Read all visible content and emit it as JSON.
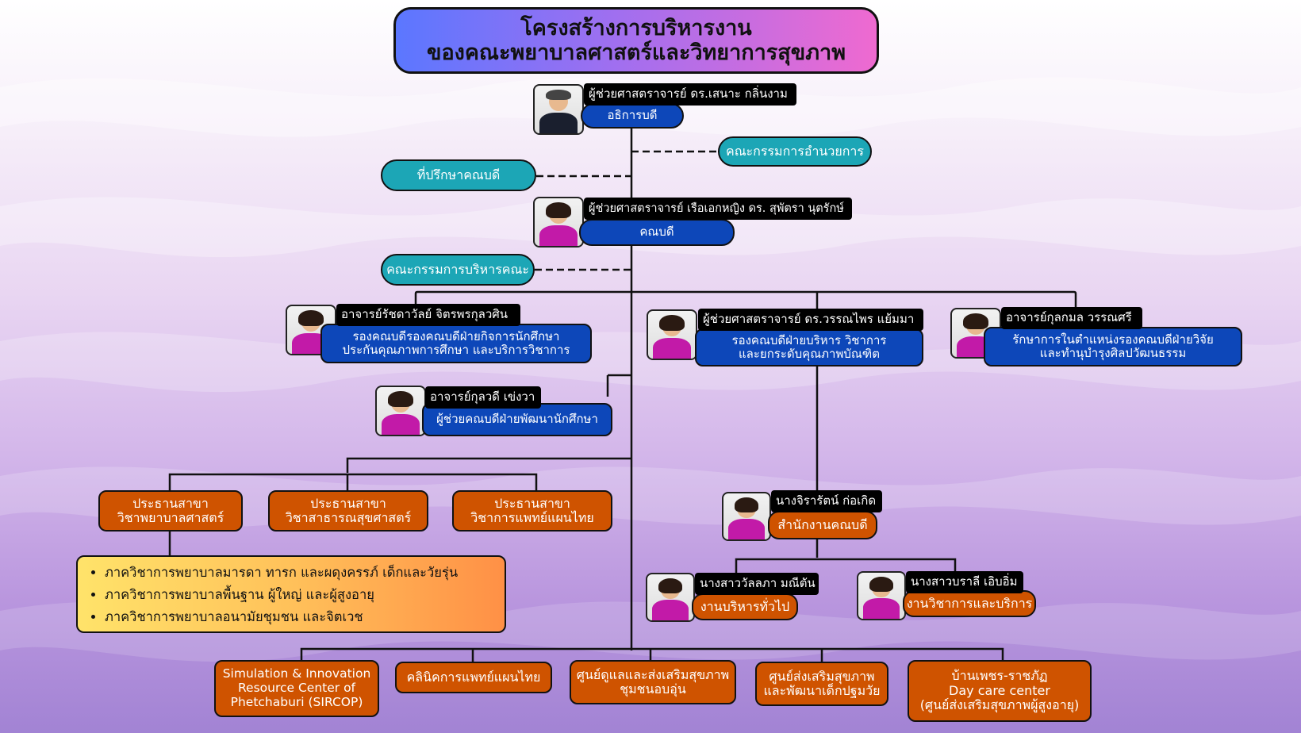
{
  "title": {
    "line1": "โครงสร้างการบริหารงาน",
    "line2": "ของคณะพยาบาลศาสตร์และวิทยาการสุขภาพ"
  },
  "president": {
    "name": "ผู้ช่วยศาสตราจารย์ ดร.เสนาะ กลิ่นงาม",
    "position": "อธิการบดี"
  },
  "council": {
    "label": "คณะกรรมการอำนวยการ"
  },
  "advisor": {
    "label": "ที่ปรึกษาคณบดี"
  },
  "dean": {
    "name": "ผู้ช่วยศาสตราจารย์ เรือเอกหญิง ดร. สุพัตรา นุตรักษ์",
    "position": "คณบดี"
  },
  "exec_committee": {
    "label": "คณะกรรมการบริหารคณะ"
  },
  "vice1": {
    "name": "อาจารย์รัชดาวัลย์ จิตรพรกุลวศิน",
    "position_line1": "รองคณบดีรองคณบดีฝ่ายกิจการนักศึกษา",
    "position_line2": "ประกันคุณภาพการศึกษา และบริการวิชาการ"
  },
  "vice2": {
    "name": "ผู้ช่วยศาสตราจารย์ ดร.วรรณไพร แย้มมา",
    "position_line1": "รองคณบดีฝ่ายบริหาร วิชาการ",
    "position_line2": "และยกระดับคุณภาพบัณฑิต"
  },
  "vice3": {
    "name": "อาจารย์กุลกมล วรรณศรี",
    "position_line1": "รักษาการในตำแหน่งรองคณบดีฝ่ายวิจัย",
    "position_line2": "และทำนุบำรุงศิลปวัฒนธรรม"
  },
  "asst": {
    "name": "อาจารย์กุลวดี เข่งวา",
    "position": "ผู้ช่วยคณบดีฝ่ายพัฒนานักศึกษา"
  },
  "chairs": [
    {
      "line1": "ประธานสาขา",
      "line2": "วิชาพยาบาลศาสตร์"
    },
    {
      "line1": "ประธานสาขา",
      "line2": "วิชาสาธารณสุขศาสตร์"
    },
    {
      "line1": "ประธานสาขา",
      "line2": "วิชาการแพทย์แผนไทย"
    }
  ],
  "departments": [
    "ภาควิชาการพยาบาลมารดา ทารก และผดุงครรภ์ เด็กและวัยรุ่น",
    "ภาควิชาการพยาบาลพื้นฐาน ผู้ใหญ่ และผู้สูงอายุ",
    "ภาควิชาการพยาบาลอนามัยชุมชน และจิตเวช"
  ],
  "office": {
    "name": "นางจิรารัตน์ ก่อเกิด",
    "position": "สำนักงานคณบดี"
  },
  "staff1": {
    "name": "นางสาววัลลภา มณีตัน",
    "position": "งานบริหารทั่วไป"
  },
  "staff2": {
    "name": "นางสาวบราลี เอิบอิ่ม",
    "position": "งานวิชาการและบริการ"
  },
  "units": [
    {
      "line1": "Simulation & Innovation",
      "line2": "Resource Center of",
      "line3": "Phetchaburi (SIRCOP)"
    },
    {
      "line1": "คลินิคการแพทย์แผนไทย"
    },
    {
      "line1": "ศูนย์ดูแลและส่งเสริมสุขภาพ",
      "line2": "ชุมชนอบอุ่น"
    },
    {
      "line1": "ศูนย์ส่งเสริมสุขภาพ",
      "line2": "และพัฒนาเด็กปฐมวัย"
    },
    {
      "line1": "บ้านเพชร-ราชภัฏ",
      "line2": "Day care center",
      "line3": "(ศูนย์ส่งเสริมสุขภาพผู้สูงอายุ)"
    }
  ],
  "colors": {
    "teal": "#1ca6b6",
    "blue": "#0d47b9",
    "orange": "#cf5300",
    "line": "#111111"
  }
}
